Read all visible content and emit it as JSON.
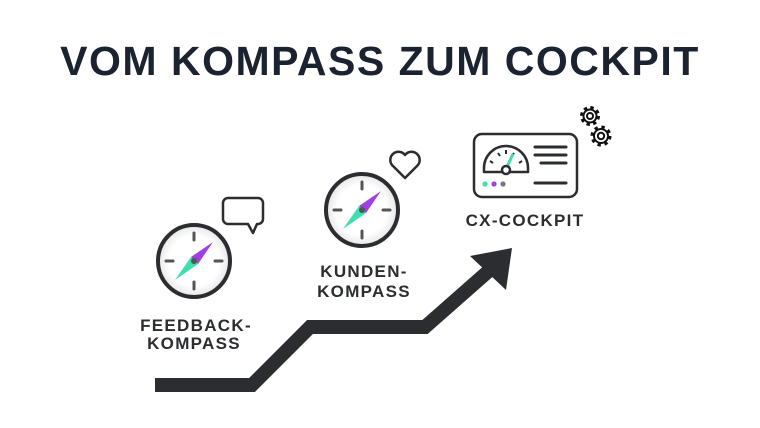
{
  "title": "VOM KOMPASS ZUM COCKPIT",
  "steps": [
    {
      "line1": "FEEDBACK-",
      "line2": "KOMPASS",
      "icon": "compass-icon",
      "badge": "speech-bubble-icon"
    },
    {
      "line1": "KUNDEN-",
      "line2": "KOMPASS",
      "icon": "compass-icon",
      "badge": "heart-icon"
    },
    {
      "line1": "CX-COCKPIT",
      "icon": "dashboard-icon",
      "badge": "gears-icon"
    }
  ],
  "colors": {
    "dark": "#2b2d30",
    "teal": "#3ee0b0",
    "purple": "#a040e0",
    "gray": "#777777"
  }
}
